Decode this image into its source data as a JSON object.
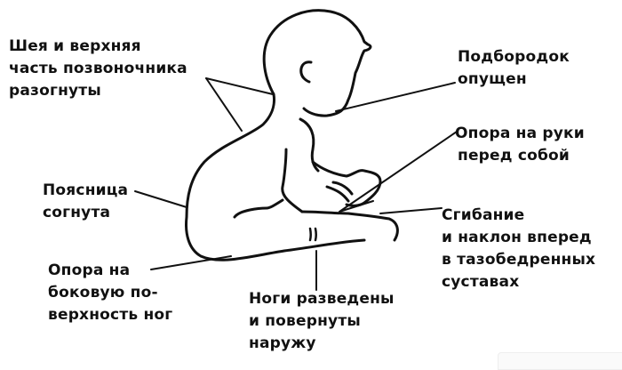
{
  "diagram": {
    "subject": "seated-infant-posture",
    "stroke_color": "#111111",
    "background_color": "#ffffff"
  },
  "labels": {
    "neck_spine": {
      "lines": [
        "Шея и верхняя",
        "часть позвоночника",
        "разогнуты"
      ]
    },
    "chin": {
      "lines": [
        "Подбородок",
        "опущен"
      ]
    },
    "hands_support": {
      "lines": [
        "Опора на руки",
        "перед собой"
      ]
    },
    "lower_back": {
      "lines": [
        "Поясница",
        "согнута"
      ]
    },
    "hip_flexion": {
      "lines": [
        "Сгибание",
        "и наклон вперед",
        "в тазобедренных",
        "суставах"
      ]
    },
    "legs_side_support": {
      "lines": [
        "Опора на",
        "боковую по-",
        "верхность ног"
      ]
    },
    "legs_apart": {
      "lines": [
        "Ноги разведены",
        "и повернуты",
        "наружу"
      ]
    }
  }
}
